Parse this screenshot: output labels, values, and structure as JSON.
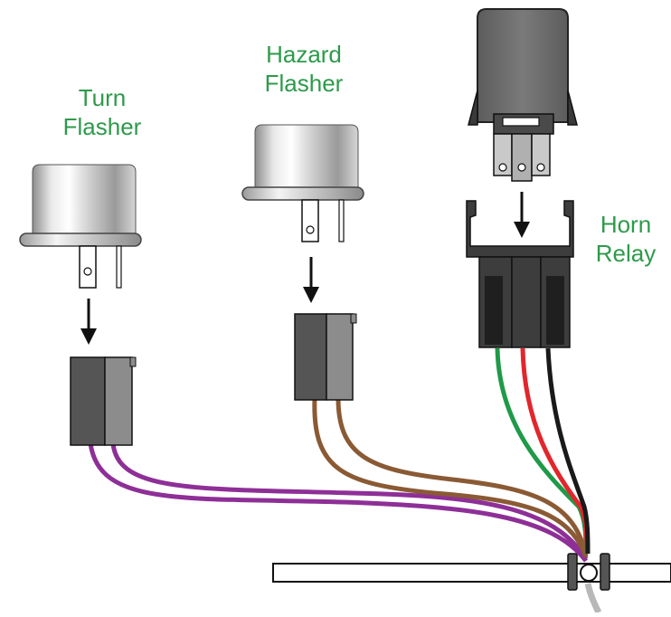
{
  "labels": {
    "turn_flasher": [
      "Turn",
      "Flasher"
    ],
    "hazard_flasher": [
      "Hazard",
      "Flasher"
    ],
    "horn_relay": [
      "Horn",
      "Relay"
    ]
  },
  "colors": {
    "label": "#2e9a4b",
    "wire_purple": "#8e2f97",
    "wire_brown": "#8a5a34",
    "wire_green": "#1f9a48",
    "wire_red": "#e2262c",
    "wire_black": "#1a1a1a",
    "wire_gray": "#b8b8b8",
    "connector_dark": "#555555",
    "connector_light": "#8c8c8c",
    "relay_body": "#6f6f6f",
    "socket": "#3d3d3d"
  }
}
